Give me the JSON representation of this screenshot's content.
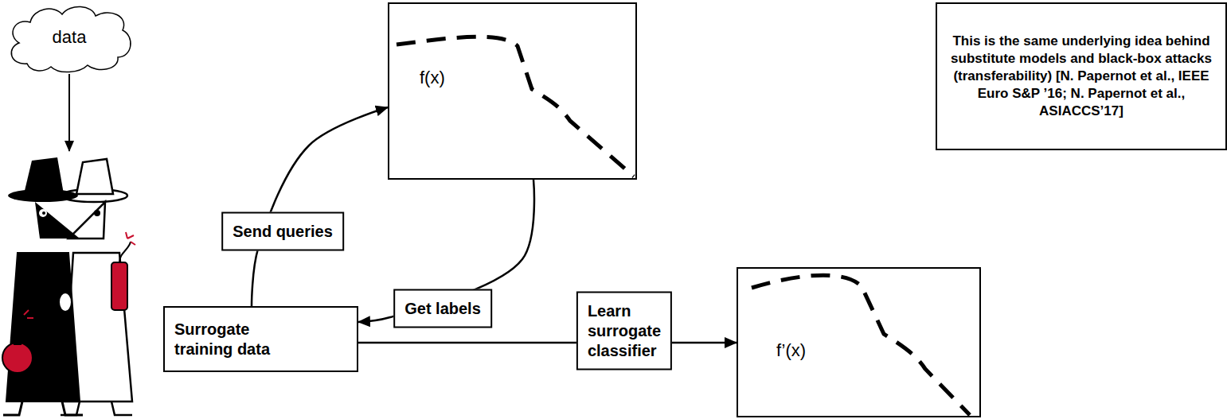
{
  "diagram": {
    "nodes": [
      {
        "text": [
          "data"
        ]
      },
      {
        "text": [
          "f(x)"
        ]
      },
      {
        "text": [
          "Surrogate training data"
        ]
      },
      {
        "text": [
          "f’(x)"
        ]
      },
      {
        "text": [
          "This is the same underlying idea behind substitute models and black-box attacks (transferability) [N. Papernot et al., IEEE Euro S&P ’16; N. Papernot et al., ASIACCS’17]"
        ]
      }
    ],
    "edges": [
      {
        "from": 2,
        "to": 1,
        "arrow": "to",
        "label": "Send queries"
      },
      {
        "from": 1,
        "to": 2,
        "arrow": "to",
        "label": "Get labels"
      },
      {
        "from": 2,
        "to": 3,
        "arrow": "to",
        "label": "Learn surrogate classifier"
      }
    ]
  }
}
